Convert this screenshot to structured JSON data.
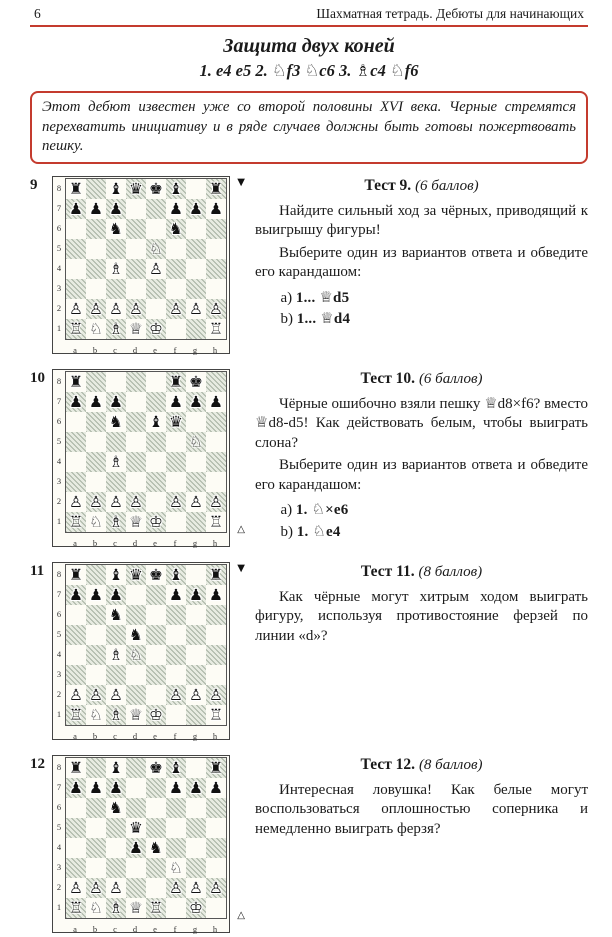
{
  "page": {
    "number": "6",
    "header_title": "Шахматная тетрадь. Дебюты для начинающих"
  },
  "opening": {
    "title": "Защита двух коней",
    "moves": "1. e4 e5 2. ♘f3 ♘c6 3. ♗c4 ♘f6",
    "intro": "Этот дебют известен уже со второй половины XVI века. Черные стремятся перехватить инициативу и в ряде случаев должны быть готовы пожертвовать пешку."
  },
  "board_labels": {
    "files": [
      "a",
      "b",
      "c",
      "d",
      "e",
      "f",
      "g",
      "h"
    ],
    "ranks": [
      "8",
      "7",
      "6",
      "5",
      "4",
      "3",
      "2",
      "1"
    ]
  },
  "symbols": {
    "black_to_move": "▼",
    "white_to_move": "△"
  },
  "tests": [
    {
      "number": "9",
      "heading": "Тест 9.",
      "points": "(6 баллов)",
      "side_to_move": "black",
      "fen": "r1bqkb1r/ppp2ppp/2n2n2/4N3/2B1P3/8/PPPP1PPP/RNBQK2R",
      "paragraphs": [
        "Найдите сильный ход за чёрных, приводящий к выигрышу фигуры!",
        "Выберите один из вариантов ответа и обведите его карандашом:"
      ],
      "options": [
        {
          "label": "a)",
          "move": "1... ♕d5"
        },
        {
          "label": "b)",
          "move": "1... ♕d4"
        }
      ]
    },
    {
      "number": "10",
      "heading": "Тест 10.",
      "points": "(6 баллов)",
      "side_to_move": "white",
      "fen": "r4rk1/ppp2ppp/2n1bq2/6N1/2B5/8/PPPP1PPP/RNBQK2R",
      "paragraphs": [
        "Чёрные ошибочно взяли пешку ♕d8×f6? вместо ♕d8-d5! Как действовать белым, чтобы выиграть слона?",
        "Выберите один из вариантов ответа и обведите его карандашом:"
      ],
      "options": [
        {
          "label": "a)",
          "move": "1. ♘×e6"
        },
        {
          "label": "b)",
          "move": "1. ♘e4"
        }
      ]
    },
    {
      "number": "11",
      "heading": "Тест 11.",
      "points": "(8 баллов)",
      "side_to_move": "black",
      "fen": "r1bqkb1r/ppp2ppp/2n5/3n4/2BN4/8/PPP2PPP/RNBQK2R",
      "paragraphs": [
        "Как чёрные могут хитрым ходом выиграть фигуру, используя противостояние ферзей по линии «d»?"
      ],
      "options": []
    },
    {
      "number": "12",
      "heading": "Тест 12.",
      "points": "(8 баллов)",
      "side_to_move": "white",
      "fen": "r1b1kb1r/ppp2ppp/2n5/3q4/3pn3/5N2/PPP2PPP/RNBQR1K1",
      "paragraphs": [
        "Интересная ловушка! Как белые могут воспользоваться оплошностью соперника и немедленно выиграть ферзя?"
      ],
      "options": []
    }
  ]
}
